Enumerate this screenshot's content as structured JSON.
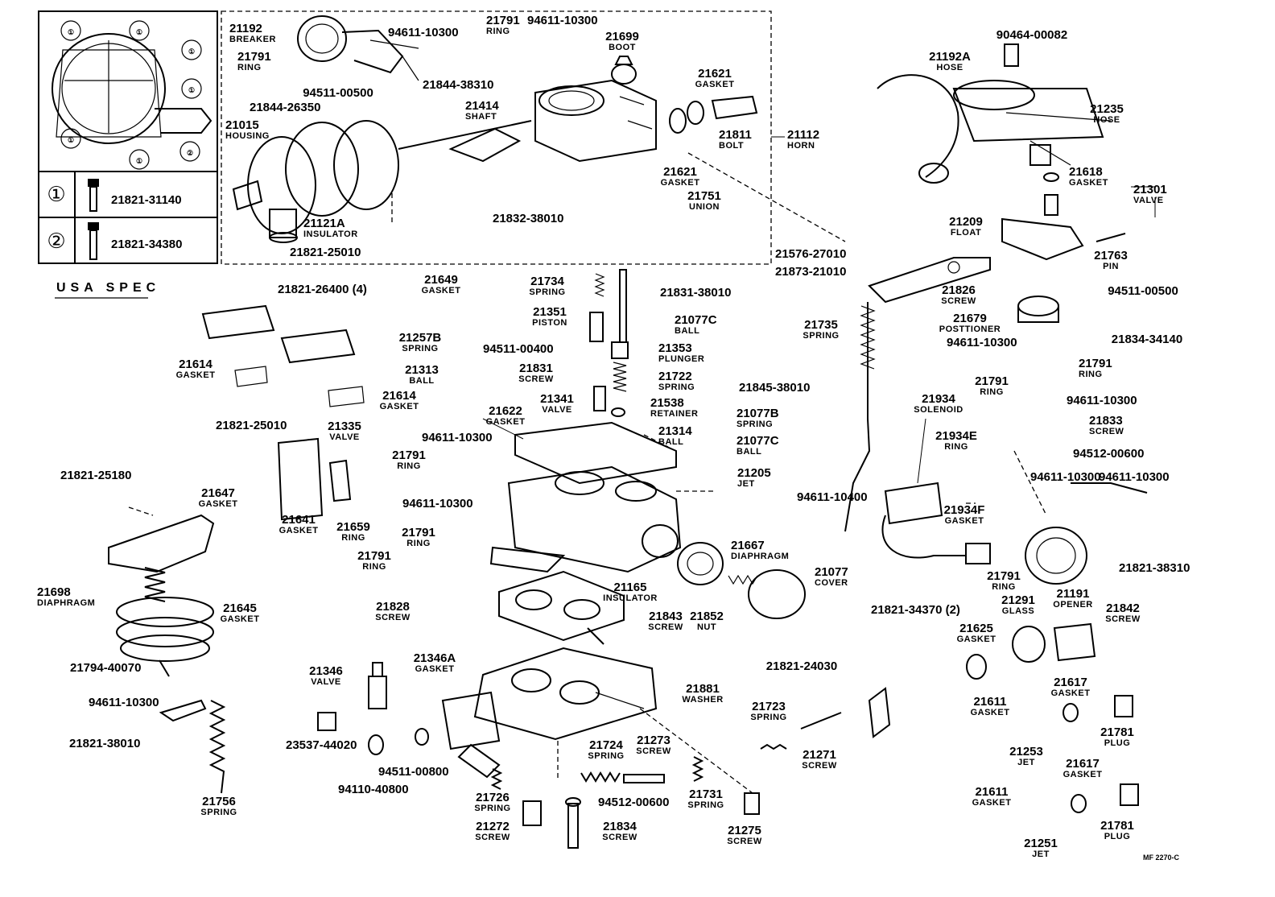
{
  "inset": {
    "row1_symbol": "①",
    "row1_part": "21821-31140",
    "row2_symbol": "②",
    "row2_part": "21821-34380",
    "spec": "USA SPEC"
  },
  "footer_code": "MF 2270-C",
  "callouts": [
    {
      "n": "21192",
      "c": "BREAKER"
    },
    {
      "n": "21791",
      "c": "RING"
    },
    {
      "n": "94611-10300",
      "c": ""
    },
    {
      "n": "21791",
      "c": "RING"
    },
    {
      "n": "94611-10300",
      "c": ""
    },
    {
      "n": "21699",
      "c": "BOOT"
    },
    {
      "n": "90464-00082",
      "c": ""
    },
    {
      "n": "21192A",
      "c": "HOSE"
    },
    {
      "n": "21621",
      "c": "GASKET"
    },
    {
      "n": "94511-00500",
      "c": ""
    },
    {
      "n": "21844-38310",
      "c": ""
    },
    {
      "n": "21414",
      "c": "SHAFT"
    },
    {
      "n": "21844-26350",
      "c": ""
    },
    {
      "n": "21015",
      "c": "HOUSING"
    },
    {
      "n": "21811",
      "c": "BOLT"
    },
    {
      "n": "21112",
      "c": "HORN"
    },
    {
      "n": "21235",
      "c": "HOSE"
    },
    {
      "n": "21621",
      "c": "GASKET"
    },
    {
      "n": "21751",
      "c": "UNION"
    },
    {
      "n": "21618",
      "c": "GASKET"
    },
    {
      "n": "21301",
      "c": "VALVE"
    },
    {
      "n": "21121A",
      "c": "INSULATOR"
    },
    {
      "n": "21832-38010",
      "c": ""
    },
    {
      "n": "21209",
      "c": "FLOAT"
    },
    {
      "n": "21821-25010",
      "c": ""
    },
    {
      "n": "21576-27010",
      "c": ""
    },
    {
      "n": "21763",
      "c": "PIN"
    },
    {
      "n": "21873-21010",
      "c": ""
    },
    {
      "n": "21821-26400 (4)",
      "c": ""
    },
    {
      "n": "21649",
      "c": "GASKET"
    },
    {
      "n": "21734",
      "c": "SPRING"
    },
    {
      "n": "21831-38010",
      "c": ""
    },
    {
      "n": "21826",
      "c": "SCREW"
    },
    {
      "n": "94511-00500",
      "c": ""
    },
    {
      "n": "21351",
      "c": "PISTON"
    },
    {
      "n": "21077C",
      "c": "BALL"
    },
    {
      "n": "21679",
      "c": "POSTTIONER"
    },
    {
      "n": "21834-34140",
      "c": ""
    },
    {
      "n": "21735",
      "c": "SPRING"
    },
    {
      "n": "21257B",
      "c": "SPRING"
    },
    {
      "n": "94511-00400",
      "c": ""
    },
    {
      "n": "21353",
      "c": "PLUNGER"
    },
    {
      "n": "94611-10300",
      "c": ""
    },
    {
      "n": "21791",
      "c": "RING"
    },
    {
      "n": "21614",
      "c": "GASKET"
    },
    {
      "n": "21313",
      "c": "BALL"
    },
    {
      "n": "21831",
      "c": "SCREW"
    },
    {
      "n": "21722",
      "c": "SPRING"
    },
    {
      "n": "21845-38010",
      "c": ""
    },
    {
      "n": "21791",
      "c": "RING"
    },
    {
      "n": "21614",
      "c": "GASKET"
    },
    {
      "n": "21341",
      "c": "VALVE"
    },
    {
      "n": "21538",
      "c": "RETAINER"
    },
    {
      "n": "21077B",
      "c": "SPRING"
    },
    {
      "n": "94611-10300",
      "c": ""
    },
    {
      "n": "21934",
      "c": "SOLENOID"
    },
    {
      "n": "21833",
      "c": "SCREW"
    },
    {
      "n": "21622",
      "c": "GASKET"
    },
    {
      "n": "21821-25010",
      "c": ""
    },
    {
      "n": "21335",
      "c": "VALVE"
    },
    {
      "n": "94611-10300",
      "c": ""
    },
    {
      "n": "21314",
      "c": "BALL"
    },
    {
      "n": "21077C",
      "c": "BALL"
    },
    {
      "n": "21934E",
      "c": "RING"
    },
    {
      "n": "94512-00600",
      "c": ""
    },
    {
      "n": "21791",
      "c": "RING"
    },
    {
      "n": "21205",
      "c": "JET"
    },
    {
      "n": "21821-25180",
      "c": ""
    },
    {
      "n": "21647",
      "c": "GASKET"
    },
    {
      "n": "94611-10300",
      "c": ""
    },
    {
      "n": "94611-10300",
      "c": ""
    },
    {
      "n": "94611-10300",
      "c": ""
    },
    {
      "n": "21641",
      "c": "GASKET"
    },
    {
      "n": "21659",
      "c": "RING"
    },
    {
      "n": "94611-10400",
      "c": ""
    },
    {
      "n": "21934F",
      "c": "GASKET"
    },
    {
      "n": "21791",
      "c": "RING"
    },
    {
      "n": "21667",
      "c": "DIAPHRAGM"
    },
    {
      "n": "21791",
      "c": "RING"
    },
    {
      "n": "21821-38310",
      "c": ""
    },
    {
      "n": "21077",
      "c": "COVER"
    },
    {
      "n": "21791",
      "c": "RING"
    },
    {
      "n": "21191",
      "c": "OPENER"
    },
    {
      "n": "21165",
      "c": "INSULATOR"
    },
    {
      "n": "21698",
      "c": "DIAPHRAGM"
    },
    {
      "n": "21645",
      "c": "GASKET"
    },
    {
      "n": "21828",
      "c": "SCREW"
    },
    {
      "n": "21291",
      "c": "GLASS"
    },
    {
      "n": "21842",
      "c": "SCREW"
    },
    {
      "n": "21821-34370 (2)",
      "c": ""
    },
    {
      "n": "21843",
      "c": "SCREW"
    },
    {
      "n": "21852",
      "c": "NUT"
    },
    {
      "n": "21625",
      "c": "GASKET"
    },
    {
      "n": "21794-40070",
      "c": ""
    },
    {
      "n": "21346A",
      "c": "GASKET"
    },
    {
      "n": "21346",
      "c": "VALVE"
    },
    {
      "n": "21821-24030",
      "c": ""
    },
    {
      "n": "94611-10300",
      "c": ""
    },
    {
      "n": "21881",
      "c": "WASHER"
    },
    {
      "n": "21617",
      "c": "GASKET"
    },
    {
      "n": "21611",
      "c": "GASKET"
    },
    {
      "n": "21723",
      "c": "SPRING"
    },
    {
      "n": "21821-38010",
      "c": ""
    },
    {
      "n": "23537-44020",
      "c": ""
    },
    {
      "n": "21724",
      "c": "SPRING"
    },
    {
      "n": "21273",
      "c": "SCREW"
    },
    {
      "n": "21271",
      "c": "SCREW"
    },
    {
      "n": "21253",
      "c": "JET"
    },
    {
      "n": "21781",
      "c": "PLUG"
    },
    {
      "n": "94511-00800",
      "c": ""
    },
    {
      "n": "94110-40800",
      "c": ""
    },
    {
      "n": "21617",
      "c": "GASKET"
    },
    {
      "n": "21726",
      "c": "SPRING"
    },
    {
      "n": "21731",
      "c": "SPRING"
    },
    {
      "n": "21756",
      "c": "SPRING"
    },
    {
      "n": "94512-00600",
      "c": ""
    },
    {
      "n": "21611",
      "c": "GASKET"
    },
    {
      "n": "21272",
      "c": "SCREW"
    },
    {
      "n": "21834",
      "c": "SCREW"
    },
    {
      "n": "21275",
      "c": "SCREW"
    },
    {
      "n": "21781",
      "c": "PLUG"
    },
    {
      "n": "21251",
      "c": "JET"
    }
  ]
}
